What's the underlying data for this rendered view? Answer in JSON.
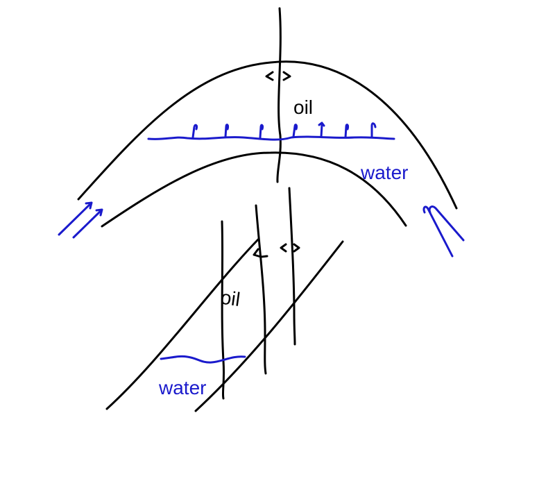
{
  "labels": {
    "upper_oil": "oil",
    "upper_water": "water",
    "lower_oil": "oil",
    "lower_water": "water"
  },
  "colors": {
    "ink": "#000000",
    "water": "#1a1acc",
    "background": "#ffffff"
  }
}
